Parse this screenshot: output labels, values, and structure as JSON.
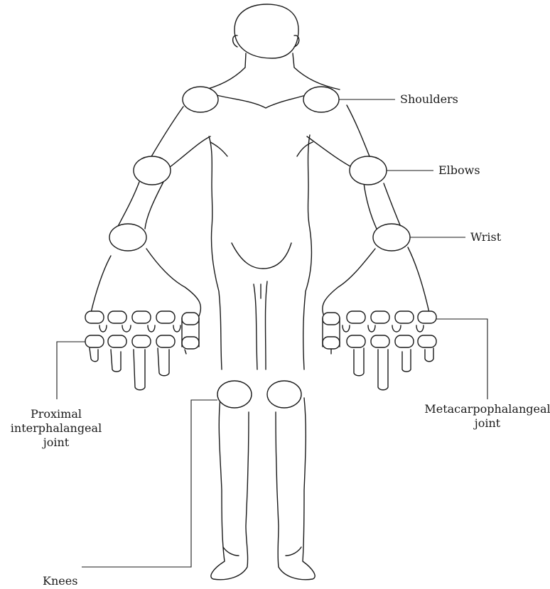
{
  "labels": {
    "shoulders": "Shoulders",
    "elbows": "Elbows",
    "wrist": "Wrist",
    "metacarpophalangeal": [
      "Metacarpophalangeal",
      "joint"
    ],
    "proximal_interphalangeal": [
      "Proximal",
      "interphalangeal",
      "joint"
    ],
    "knees": "Knees"
  }
}
